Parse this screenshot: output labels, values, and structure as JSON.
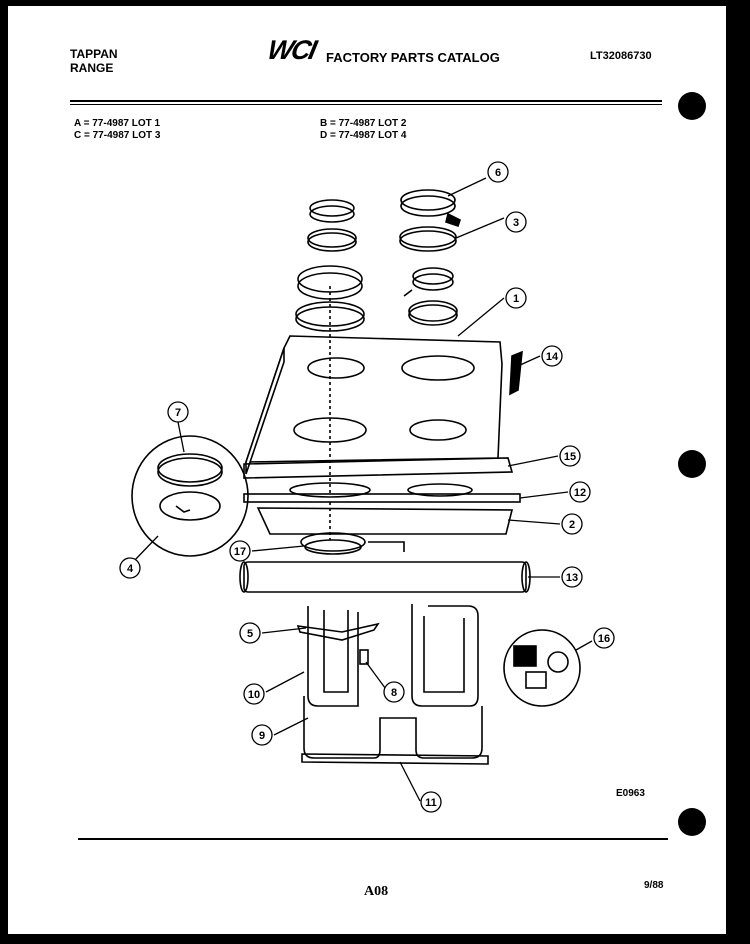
{
  "header": {
    "brand_line1": "TAPPAN",
    "brand_line2": "RANGE",
    "logo": "WCI",
    "catalog_title": "FACTORY PARTS CATALOG",
    "model_number": "LT32086730"
  },
  "lots": {
    "a": "A = 77-4987 LOT 1",
    "b": "B = 77-4987 LOT 2",
    "c": "C = 77-4987 LOT 3",
    "d": "D = 77-4987 LOT 4"
  },
  "diagram": {
    "drawing_code": "E0963",
    "callouts": [
      "1",
      "2",
      "3",
      "4",
      "5",
      "6",
      "7",
      "8",
      "9",
      "10",
      "11",
      "12",
      "13",
      "14",
      "15",
      "16",
      "17"
    ]
  },
  "footer": {
    "page_code": "A08",
    "date": "9/88"
  }
}
